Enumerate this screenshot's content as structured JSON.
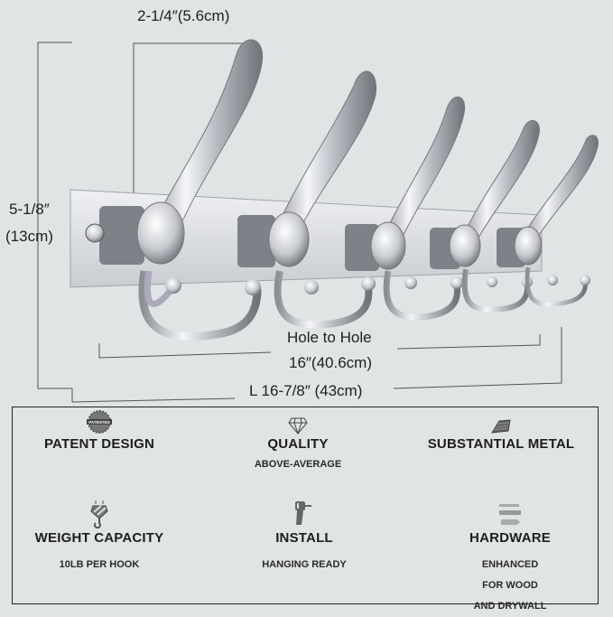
{
  "dimensions": {
    "hook_depth": "2-1/4″(5.6cm)",
    "height_in": "5-1/8″",
    "height_cm": "(13cm)",
    "hole_label": "Hole to Hole",
    "hole_value": "16″(40.6cm)",
    "length": "L 16-7/8″ (43cm)"
  },
  "features": [
    {
      "title": "PATENT DESIGN",
      "subtitle": [],
      "icon": "patented-badge-icon"
    },
    {
      "title": "QUALITY",
      "subtitle": [
        "ABOVE-AVERAGE"
      ],
      "icon": "diamond-icon"
    },
    {
      "title": "SUBSTANTIAL METAL",
      "subtitle": [],
      "icon": "metal-sheet-icon"
    },
    {
      "title": "WEIGHT CAPACITY",
      "subtitle": [
        "10LB PER HOOK"
      ],
      "icon": "crane-hook-icon"
    },
    {
      "title": "INSTALL",
      "subtitle": [
        "HANGING READY"
      ],
      "icon": "drill-icon"
    },
    {
      "title": "HARDWARE",
      "subtitle": [
        "ENHANCED",
        "FOR WOOD",
        "AND DRYWALL"
      ],
      "icon": "screws-anchors-icon"
    }
  ],
  "badge_text": "PATENTED",
  "colors": {
    "background": "#dfe4e4",
    "text": "#1d1d1d",
    "chrome": "#c8ccd0"
  }
}
